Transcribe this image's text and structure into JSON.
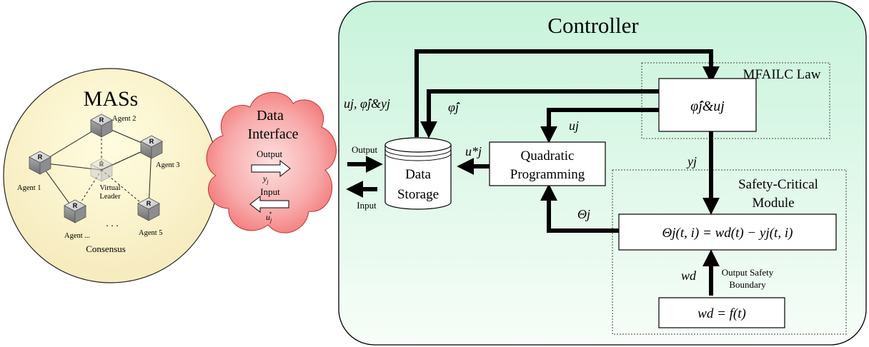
{
  "mas": {
    "title": "MASs",
    "footer": "Consensus",
    "agents": {
      "agent2": "Agent 2",
      "agent3": "Agent 3",
      "agent1": "Agent 1",
      "agent_n": "Agent ...",
      "agent5": "Agent 5",
      "virtual_leader_line1": "Virtual",
      "virtual_leader_line2": "Leader",
      "ellipsis": ". . ."
    },
    "node_glyph": "R"
  },
  "interface": {
    "title_line1": "Data",
    "title_line2": "Interface",
    "output_label": "Output",
    "output_signal": "y",
    "output_signal_sub": "j",
    "input_label": "Input",
    "input_signal": "u",
    "input_signal_sub": "j",
    "input_signal_sup": "*"
  },
  "controller": {
    "title": "Controller",
    "mfailc_label": "MFAILC Law",
    "mfailc_box": "φ̂j&uj",
    "safety_label_line1": "Safety-Critical",
    "safety_label_line2": "Module",
    "qp_line1": "Quadratic",
    "qp_line2": "Programming",
    "storage_line1": "Data",
    "storage_line2": "Storage",
    "theta_box": "Θj(t, i) = wd(t) − yj(t, i)",
    "wd_box": "wd = f(t)",
    "output_safety_line1": "Output Safety",
    "output_safety_line2": "Boundary",
    "storage_output": "Output",
    "storage_input": "Input",
    "sig_u_phi_y": "uj, φ̂j&yj",
    "sig_phi": "φ̂j",
    "sig_u": "uj",
    "sig_ustar": "u*j",
    "sig_y": "yj",
    "sig_theta": "Θj",
    "sig_wd": "wd"
  },
  "colors": {
    "mas_fill_center": "#fbf8c8",
    "mas_fill_edge": "#fcf3d6",
    "cloud_fill": "#f47f7f",
    "controller_fill_top": "#cdf5e0",
    "controller_fill_bottom": "#f6fdf7"
  }
}
